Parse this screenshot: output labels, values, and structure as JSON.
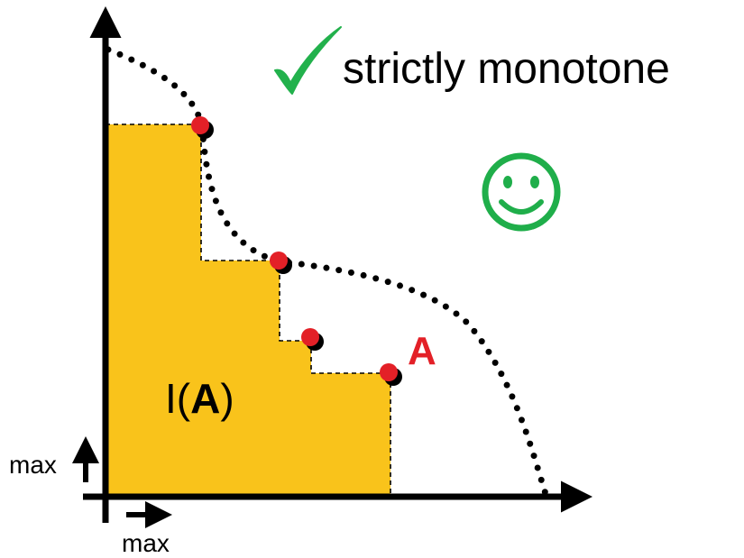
{
  "header": {
    "check_icon": "checkmark-icon",
    "label": "strictly monotone",
    "check_color": "#22b14c"
  },
  "smiley": {
    "icon": "smiley-face-icon",
    "color": "#1fae4a"
  },
  "region": {
    "label_prefix": "I(",
    "label_bold": "A",
    "label_suffix": ")",
    "fill_color": "#f9c31b"
  },
  "point_label": {
    "text": "A",
    "color": "#e32027"
  },
  "axes": {
    "y_arrow_label": "max",
    "x_arrow_label": "max"
  },
  "points": {
    "count": 4,
    "fill_color": "#e32027",
    "shadow_color": "#000000"
  }
}
